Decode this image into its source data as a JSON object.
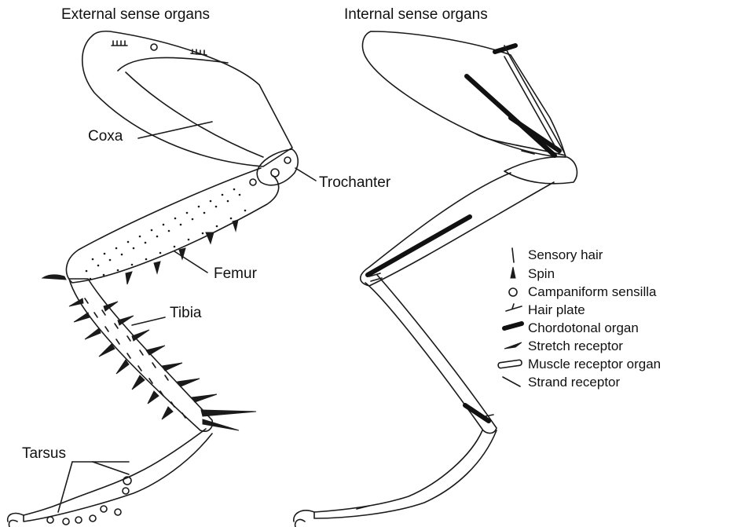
{
  "titles": {
    "left": "External sense organs",
    "right": "Internal sense organs"
  },
  "parts": {
    "coxa": "Coxa",
    "trochanter": "Trochanter",
    "femur": "Femur",
    "tibia": "Tibia",
    "tarsus": "Tarsus"
  },
  "legend": [
    {
      "icon": "sensory-hair-icon",
      "label": "Sensory hair"
    },
    {
      "icon": "spin-icon",
      "label": "Spin"
    },
    {
      "icon": "campaniform-sensilla-icon",
      "label": "Campaniform sensilla"
    },
    {
      "icon": "hair-plate-icon",
      "label": "Hair plate"
    },
    {
      "icon": "chordotonal-organ-icon",
      "label": "Chordotonal organ"
    },
    {
      "icon": "stretch-receptor-icon",
      "label": "Stretch receptor"
    },
    {
      "icon": "muscle-receptor-organ-icon",
      "label": "Muscle receptor organ"
    },
    {
      "icon": "strand-receptor-icon",
      "label": "Strand receptor"
    }
  ],
  "colors": {
    "ink": "#1a1a1a",
    "background": "#ffffff"
  }
}
